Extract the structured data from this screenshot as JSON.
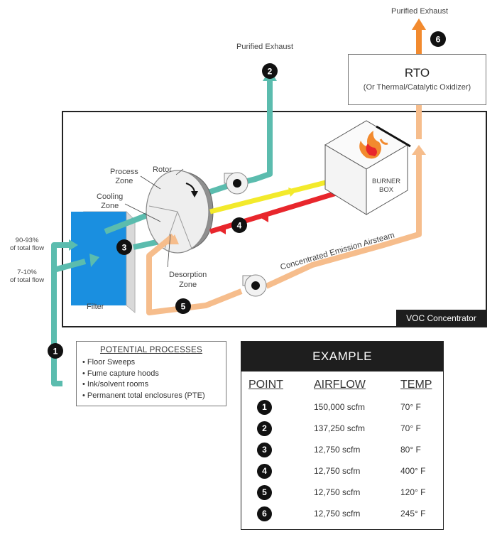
{
  "labels": {
    "purified_exhaust_top": "Purified Exhaust",
    "purified_exhaust_mid": "Purified Exhaust",
    "rotor": "Rotor",
    "process_zone": "Process\nZone",
    "cooling_zone": "Cooling\nZone",
    "desorption_zone": "Desorption\nZone",
    "flow_9093": "90-93%\nof total flow",
    "flow_710": "7-10%\nof total flow",
    "filter": "Filter",
    "burner_box": "BURNER\nBOX",
    "concentrated_airstream": "Concentrated Emission Airsteam",
    "voc_concentrator": "VOC Concentrator"
  },
  "rto": {
    "title": "RTO",
    "subtitle": "(Or Thermal/Catalytic Oxidizer)"
  },
  "processes": {
    "heading": "POTENTIAL PROCESSES",
    "items": [
      "Floor Sweeps",
      "Fume capture hoods",
      "Ink/solvent rooms",
      "Permanent total enclosures (PTE)"
    ]
  },
  "example": {
    "title": "EXAMPLE",
    "columns": {
      "point": "POINT",
      "airflow": "AIRFLOW",
      "temp": "TEMP"
    },
    "rows": [
      {
        "point": "1",
        "airflow": "150,000 scfm",
        "temp": "70° F"
      },
      {
        "point": "2",
        "airflow": "137,250 scfm",
        "temp": "70° F"
      },
      {
        "point": "3",
        "airflow": "12,750 scfm",
        "temp": "80° F"
      },
      {
        "point": "4",
        "airflow": "12,750 scfm",
        "temp": "400° F"
      },
      {
        "point": "5",
        "airflow": "12,750 scfm",
        "temp": "120° F"
      },
      {
        "point": "6",
        "airflow": "12,750 scfm",
        "temp": "245° F"
      }
    ]
  },
  "markers": {
    "m1": "1",
    "m2": "2",
    "m3": "3",
    "m4": "4",
    "m5": "5",
    "m6": "6"
  },
  "colors": {
    "teal": "#5bbcae",
    "peach": "#f6bd8c",
    "orange": "#f28a2e",
    "yellow": "#f3ea2b",
    "red": "#e8262c",
    "filter_blue": "#1a8fe0",
    "dark": "#1e1e1e"
  }
}
